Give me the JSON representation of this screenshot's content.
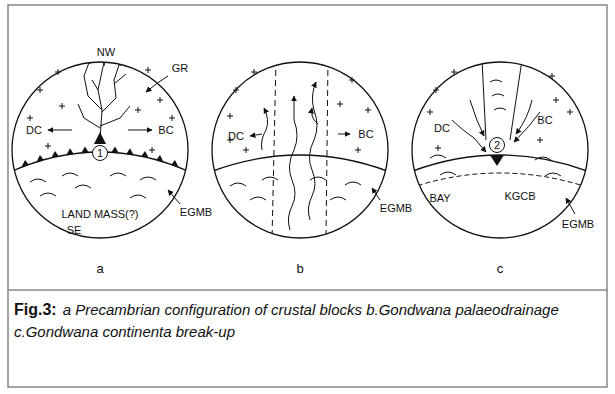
{
  "diagram": {
    "caption": "a Precambrian configuration of crustal blocks b.Gondwana palaeodrainage c.Gondwana continenta break-up",
    "labels": [
      "NW",
      "GR",
      "DC",
      "BC",
      "1",
      "LAND MASS(?)",
      "SE",
      "EGMB",
      "a",
      "DC",
      "BC",
      "EGMB",
      "b",
      "DC",
      "BC",
      "2",
      "BAY",
      "KGCB",
      "EGMB",
      "c",
      "Fig.3:"
    ]
  }
}
